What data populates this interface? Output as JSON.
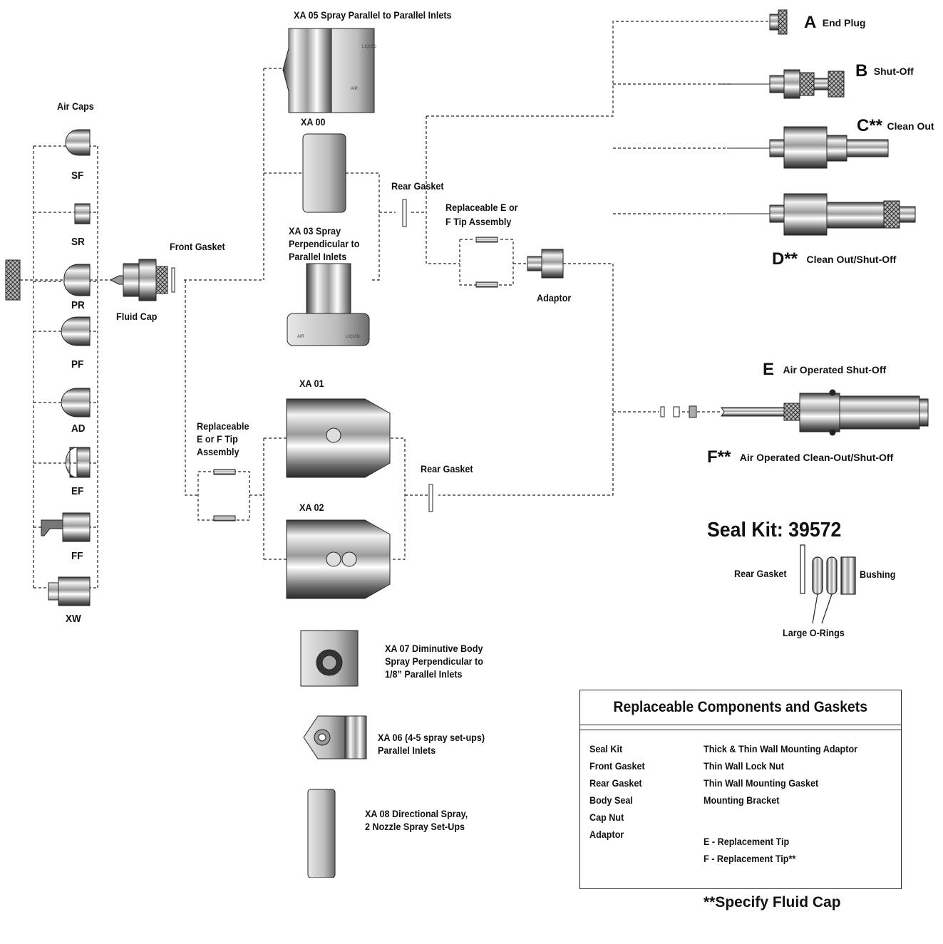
{
  "air_caps": {
    "title": "Air Caps",
    "items": [
      {
        "code": "SF"
      },
      {
        "code": "SR"
      },
      {
        "code": "PR"
      },
      {
        "code": "PF"
      },
      {
        "code": "AD"
      },
      {
        "code": "EF"
      },
      {
        "code": "FF"
      },
      {
        "code": "XW"
      }
    ]
  },
  "labels": {
    "fluid_cap": "Fluid Cap",
    "front_gasket": "Front Gasket",
    "rear_gasket_top": "Rear Gasket",
    "rear_gasket_mid": "Rear Gasket",
    "replaceable_top": [
      "Replaceable E or",
      "F Tip Assembly"
    ],
    "replaceable_left": [
      "Replaceable",
      "E or F Tip",
      "Assembly"
    ],
    "adaptor": "Adaptor"
  },
  "bodies": {
    "xa05": "XA 05 Spray Parallel to Parallel Inlets",
    "xa00": "XA 00",
    "xa03": [
      "XA 03 Spray",
      "Perpendicular to",
      "Parallel Inlets"
    ],
    "xa01": "XA 01",
    "xa02": "XA 02",
    "xa07": [
      "XA 07 Diminutive Body",
      "Spray Perpendicular to",
      "1/8” Parallel Inlets"
    ],
    "xa06": [
      "XA 06 (4-5 spray set-ups)",
      "Parallel Inlets"
    ],
    "xa08": [
      "XA 08 Directional Spray,",
      "2 Nozzle Spray Set-Ups"
    ],
    "inlet_liquid": "LIQUID",
    "inlet_air": "AIR"
  },
  "options": {
    "a": {
      "letter": "A",
      "name": "End Plug"
    },
    "b": {
      "letter": "B",
      "name": "Shut-Off"
    },
    "c": {
      "letter": "C**",
      "name": "Clean Out"
    },
    "d": {
      "letter": "D**",
      "name": "Clean Out/Shut-Off"
    },
    "e": {
      "letter": "E",
      "name": "Air Operated  Shut-Off"
    },
    "f": {
      "letter": "F**",
      "name": "Air Operated  Clean-Out/Shut-Off"
    }
  },
  "seal_kit": {
    "title": "Seal Kit: 39572",
    "rear_gasket": "Rear Gasket",
    "bushing": "Bushing",
    "o_rings": "Large O-Rings"
  },
  "components_table": {
    "title": "Replaceable Components and Gaskets",
    "left": [
      "Seal Kit",
      "Front Gasket",
      "Rear Gasket",
      "Body Seal",
      "Cap Nut",
      "Adaptor"
    ],
    "right": [
      "Thick & Thin Wall Mounting Adaptor",
      "Thin Wall Lock Nut",
      "Thin Wall Mounting Gasket",
      "Mounting Bracket",
      "",
      "E - Replacement Tip",
      "F - Replacement Tip**"
    ],
    "note": "**Specify Fluid Cap"
  },
  "colors": {
    "line": "#222222",
    "metal_dark": "#555555",
    "metal_light": "#eeeeee"
  }
}
